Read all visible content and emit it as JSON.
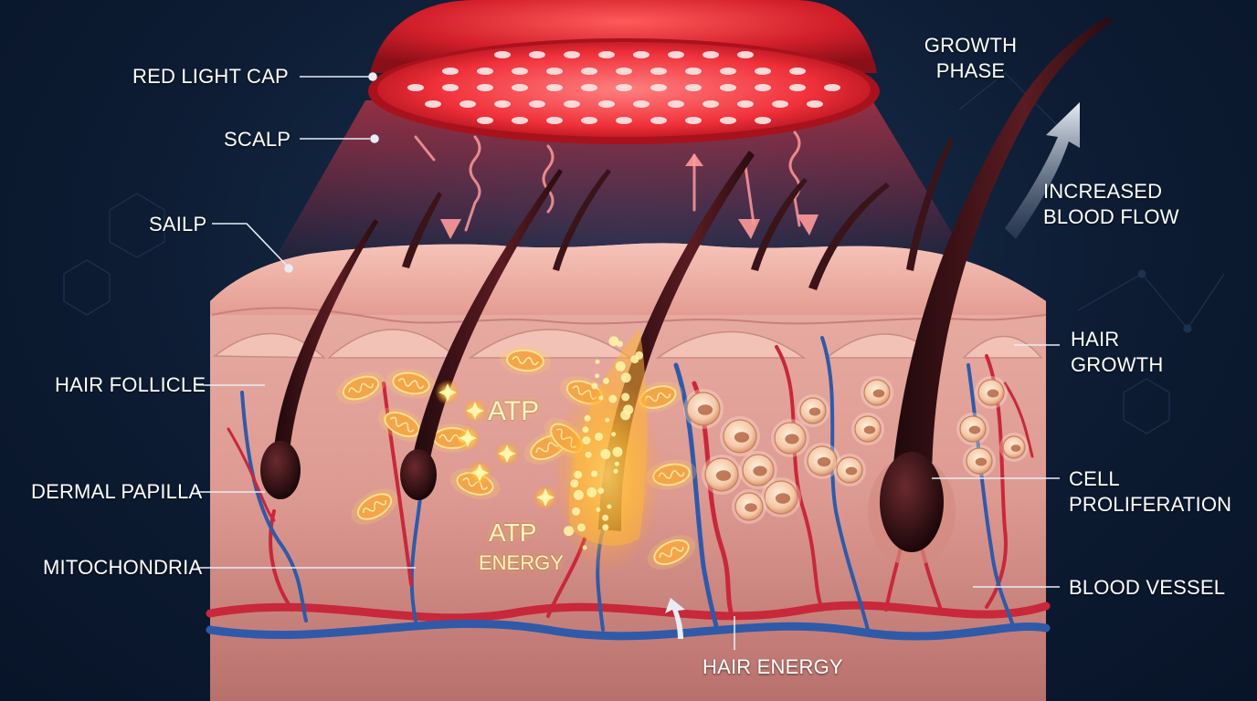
{
  "labels": {
    "red_light_cap": "RED LIGHT CAP",
    "scalp": "SCALP",
    "sailp": "SAILP",
    "hair_follicle": "HAIR FOLLICLE",
    "dermal_papilla": "DERMAL PAPILLA",
    "mitochondria": "MITOCHONDRIA",
    "growth_phase_line1": "GROWTH",
    "growth_phase_line2": "PHASE",
    "increased_blood_flow_line1": "INCREASED",
    "increased_blood_flow_line2": "BLOOD FLOW",
    "hair_growth_line1": "HAIR",
    "hair_growth_line2": "GROWTH",
    "cell_proliferation_line1": "CELL",
    "cell_proliferation_line2": "PROLIFERATION",
    "blood_vessel": "BLOOD VESSEL",
    "hair_energy": "HAIR ENERGY",
    "atp_top": "ATP",
    "atp_bottom": "ATP",
    "energy": "ENERGY"
  },
  "colors": {
    "background": "#0d1c33",
    "cap_red": "#e0282e",
    "light_glow": "#ff5a5a",
    "skin": "#e9a39a",
    "artery": "#c8283a",
    "vein": "#2f5aa8",
    "hair": "#3a1418",
    "atp_glow": "#ffd24a"
  }
}
